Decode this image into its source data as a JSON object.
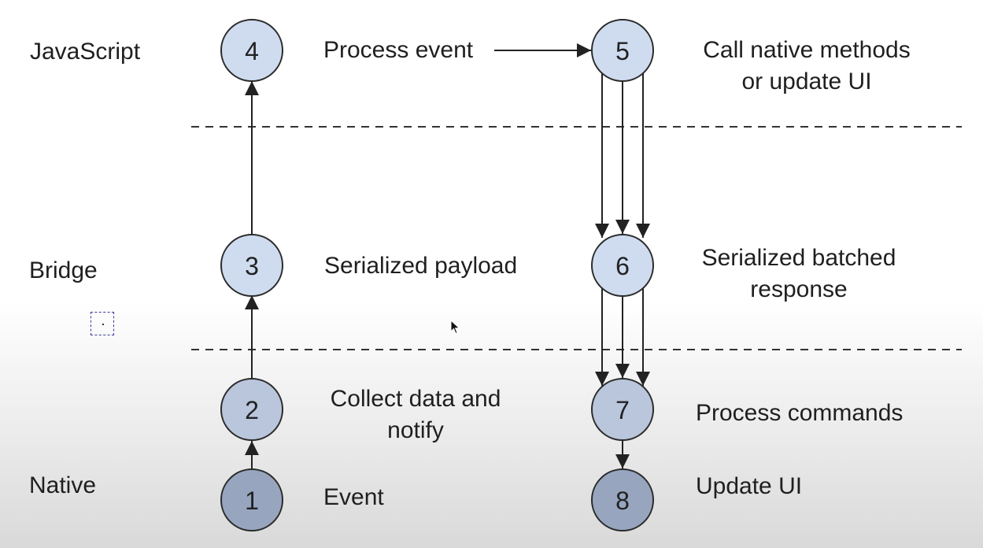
{
  "layers": {
    "javascript": "JavaScript",
    "bridge": "Bridge",
    "native": "Native"
  },
  "nodes": [
    {
      "id": "1",
      "label": "1",
      "text": "Event"
    },
    {
      "id": "2",
      "label": "2",
      "text_line1": "Collect data and",
      "text_line2": "notify"
    },
    {
      "id": "3",
      "label": "3",
      "text": "Serialized payload"
    },
    {
      "id": "4",
      "label": "4",
      "text": "Process event"
    },
    {
      "id": "5",
      "label": "5",
      "text_line1": "Call native methods",
      "text_line2": "or update UI"
    },
    {
      "id": "6",
      "label": "6",
      "text_line1": "Serialized batched",
      "text_line2": "response"
    },
    {
      "id": "7",
      "label": "7",
      "text": "Process commands"
    },
    {
      "id": "8",
      "label": "8",
      "text": "Update UI"
    }
  ],
  "colors": {
    "node_light": "#cfdcf0",
    "node_mid": "#b9c6dc",
    "node_dark": "#97a5bf",
    "line": "#222222"
  }
}
